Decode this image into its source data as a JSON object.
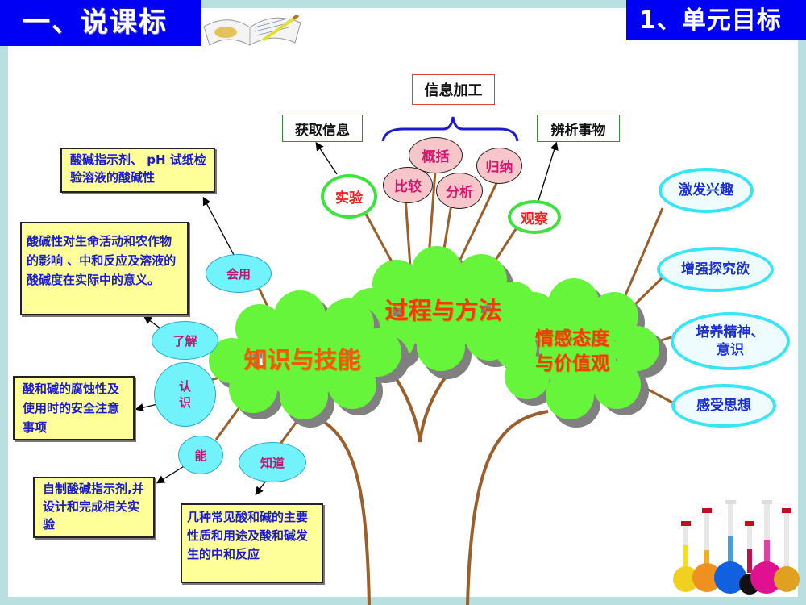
{
  "header": {
    "section_title": "一、说课标",
    "unit_title": "1、单元目标"
  },
  "decorations": {
    "header_image": "open-book-with-pencil",
    "footer_image": "chemistry-volumetric-flasks"
  },
  "colors": {
    "title_bar": "#0000f5",
    "frame": "#b9dfe0",
    "cloud": "#66f53a",
    "cloud_text": "#f03a10",
    "branch": "#9a5f2a",
    "note_fill": "#ffff99",
    "note_text": "#1a1ad0"
  },
  "diagram": {
    "clouds": {
      "knowledge": "知识与技能",
      "process": "过程与方法",
      "emotion_line1": "情感态度",
      "emotion_line2": "与价值观"
    },
    "process_branch": {
      "info_processing_label": "信息加工",
      "acquire_info_label": "获取信息",
      "distinguish_label": "辨析事物",
      "nodes": {
        "experiment": "实验",
        "compare": "比较",
        "summarize": "概括",
        "analyze": "分析",
        "induce": "归纳",
        "observe": "观察"
      }
    },
    "knowledge_branch": {
      "nodes": {
        "apply": "会用",
        "understand": "了解",
        "recognize": "认识",
        "can": "能",
        "know": "知道"
      },
      "notes": {
        "apply_note": "酸碱指示剂、 pH 试纸检验溶液的酸碱性",
        "understand_note": "酸碱性对生命活动和农作物的影响 、中和反应及溶液的酸碱度在实际中的意义。",
        "recognize_note": "酸和碱的腐蚀性及使用时的安全注意事项",
        "can_note": "自制酸碱指示剂,并设计和完成相关实验",
        "know_note": "几种常见酸和碱的主要性质和用途及酸和碱发生的中和反应"
      }
    },
    "emotion_branch": {
      "goals": [
        "激发兴趣",
        "增强探究欲",
        "培养精神、意识",
        "感受思想"
      ]
    }
  }
}
